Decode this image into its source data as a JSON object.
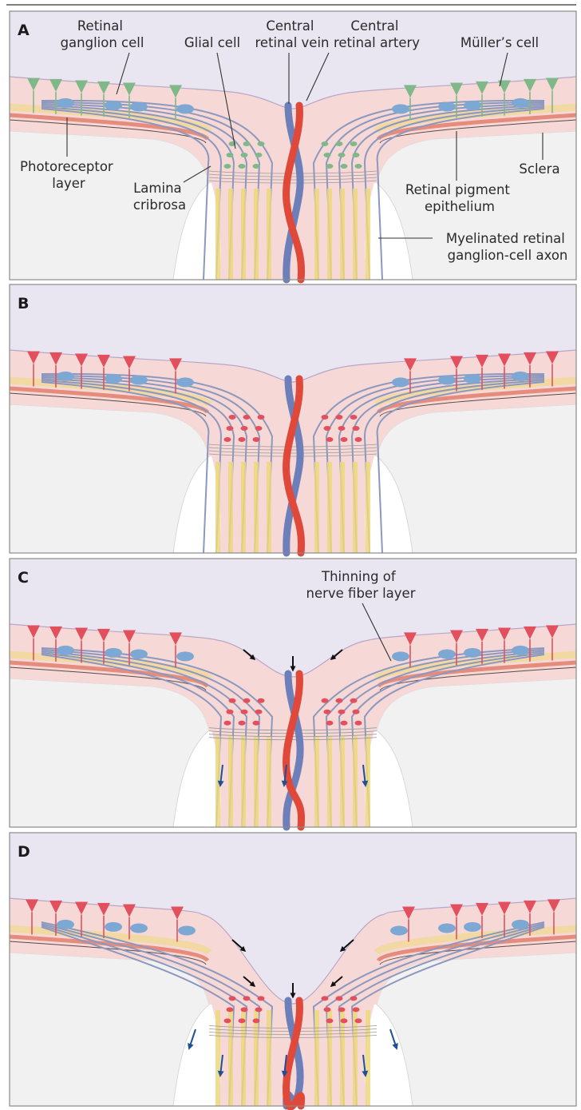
{
  "panels": [
    {
      "letter": "A",
      "stage": 0
    },
    {
      "letter": "B",
      "stage": 1
    },
    {
      "letter": "C",
      "stage": 2
    },
    {
      "letter": "D",
      "stage": 3
    }
  ],
  "labels": {
    "retinal_ganglion_cell": [
      "Retinal",
      "ganglion cell"
    ],
    "glial_cell": [
      "Glial cell"
    ],
    "central_retinal_vein": [
      "Central",
      "retinal vein"
    ],
    "central_retinal_artery": [
      "Central",
      "retinal artery"
    ],
    "muller_cell": [
      "Müller’s cell"
    ],
    "photoreceptor_layer": [
      "Photoreceptor",
      "layer"
    ],
    "lamina_cribrosa": [
      "Lamina",
      "cribrosa"
    ],
    "sclera": [
      "Sclera"
    ],
    "retinal_pigment_epithelium": [
      "Retinal pigment",
      "epithelium"
    ],
    "myelinated_axon": [
      "Myelinated retinal",
      "ganglion-cell axon"
    ],
    "thinning": [
      "Thinning of",
      "nerve fiber layer"
    ]
  },
  "colors": {
    "vitreous": "#e9e6f1",
    "retina": "#f6d9d6",
    "healthy_cell": "#7fb889",
    "damaged_cell": "#e2505e",
    "nucleus": "#7ea8d4",
    "artery": "#e0483a",
    "vein": "#6d7fb9",
    "axon_fiber": "#8c98bd",
    "myelin": "#ecd77f",
    "rpe": "#e58c7c",
    "photoreceptor": "#f2d9a4",
    "sclera": "#efefef",
    "flow_arrow": "#1f4f96",
    "indicator_arrow": "#111111"
  }
}
